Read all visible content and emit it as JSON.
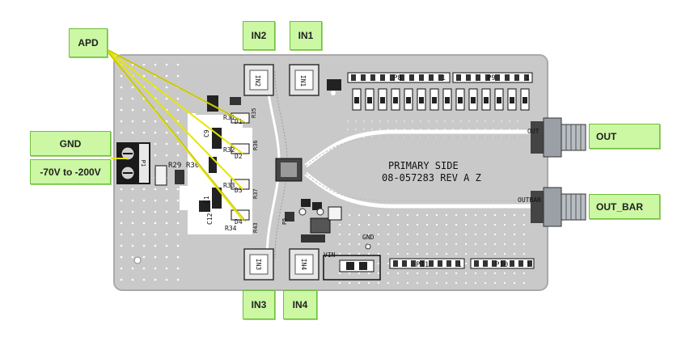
{
  "callouts": {
    "apd": "APD",
    "in2": "IN2",
    "in1": "IN1",
    "in3": "IN3",
    "in4": "IN4",
    "gnd": "GND",
    "voltage": "-70V to -200V",
    "out": "OUT",
    "out_bar": "OUT_BAR"
  },
  "board": {
    "primary_side": "PRIMARY SIDE",
    "revision": "08-057283 REV A Z",
    "connector_p8": "P8",
    "connector_p9": "P9",
    "connector_p10": "P10",
    "connector_p11": "P11",
    "pin_1_a": "1",
    "pin_1_b": "1",
    "pin_1_c": "1",
    "pin_1_d": "1",
    "out_label": "OUT",
    "outbar_label": "OUTBAR",
    "gnd_label": "GND",
    "vin_label": "VIN",
    "pad_in1": "IN1",
    "pad_in2": "IN2",
    "pad_in3": "IN3",
    "pad_in4": "IN4",
    "d1": "D1",
    "d2": "D2",
    "d3": "D3",
    "d4": "D4",
    "r29": "R29",
    "r30": "R30",
    "r31": "R31",
    "r32": "R32",
    "r33": "R33",
    "r34": "R34",
    "r35": "R35",
    "r36": "R36",
    "r37": "R37",
    "r43": "R43",
    "c9": "C9",
    "c1": "C1",
    "c12": "C12",
    "p1": "P1",
    "p5": "P5"
  },
  "colors": {
    "board": "#c9c9c9",
    "pcb_edge": "#a9a9a9",
    "copper_clear": "#ffffff",
    "leader_line": "#e6e600",
    "callout_fill": "#ccf7a3",
    "callout_border": "#6fbe3b"
  }
}
